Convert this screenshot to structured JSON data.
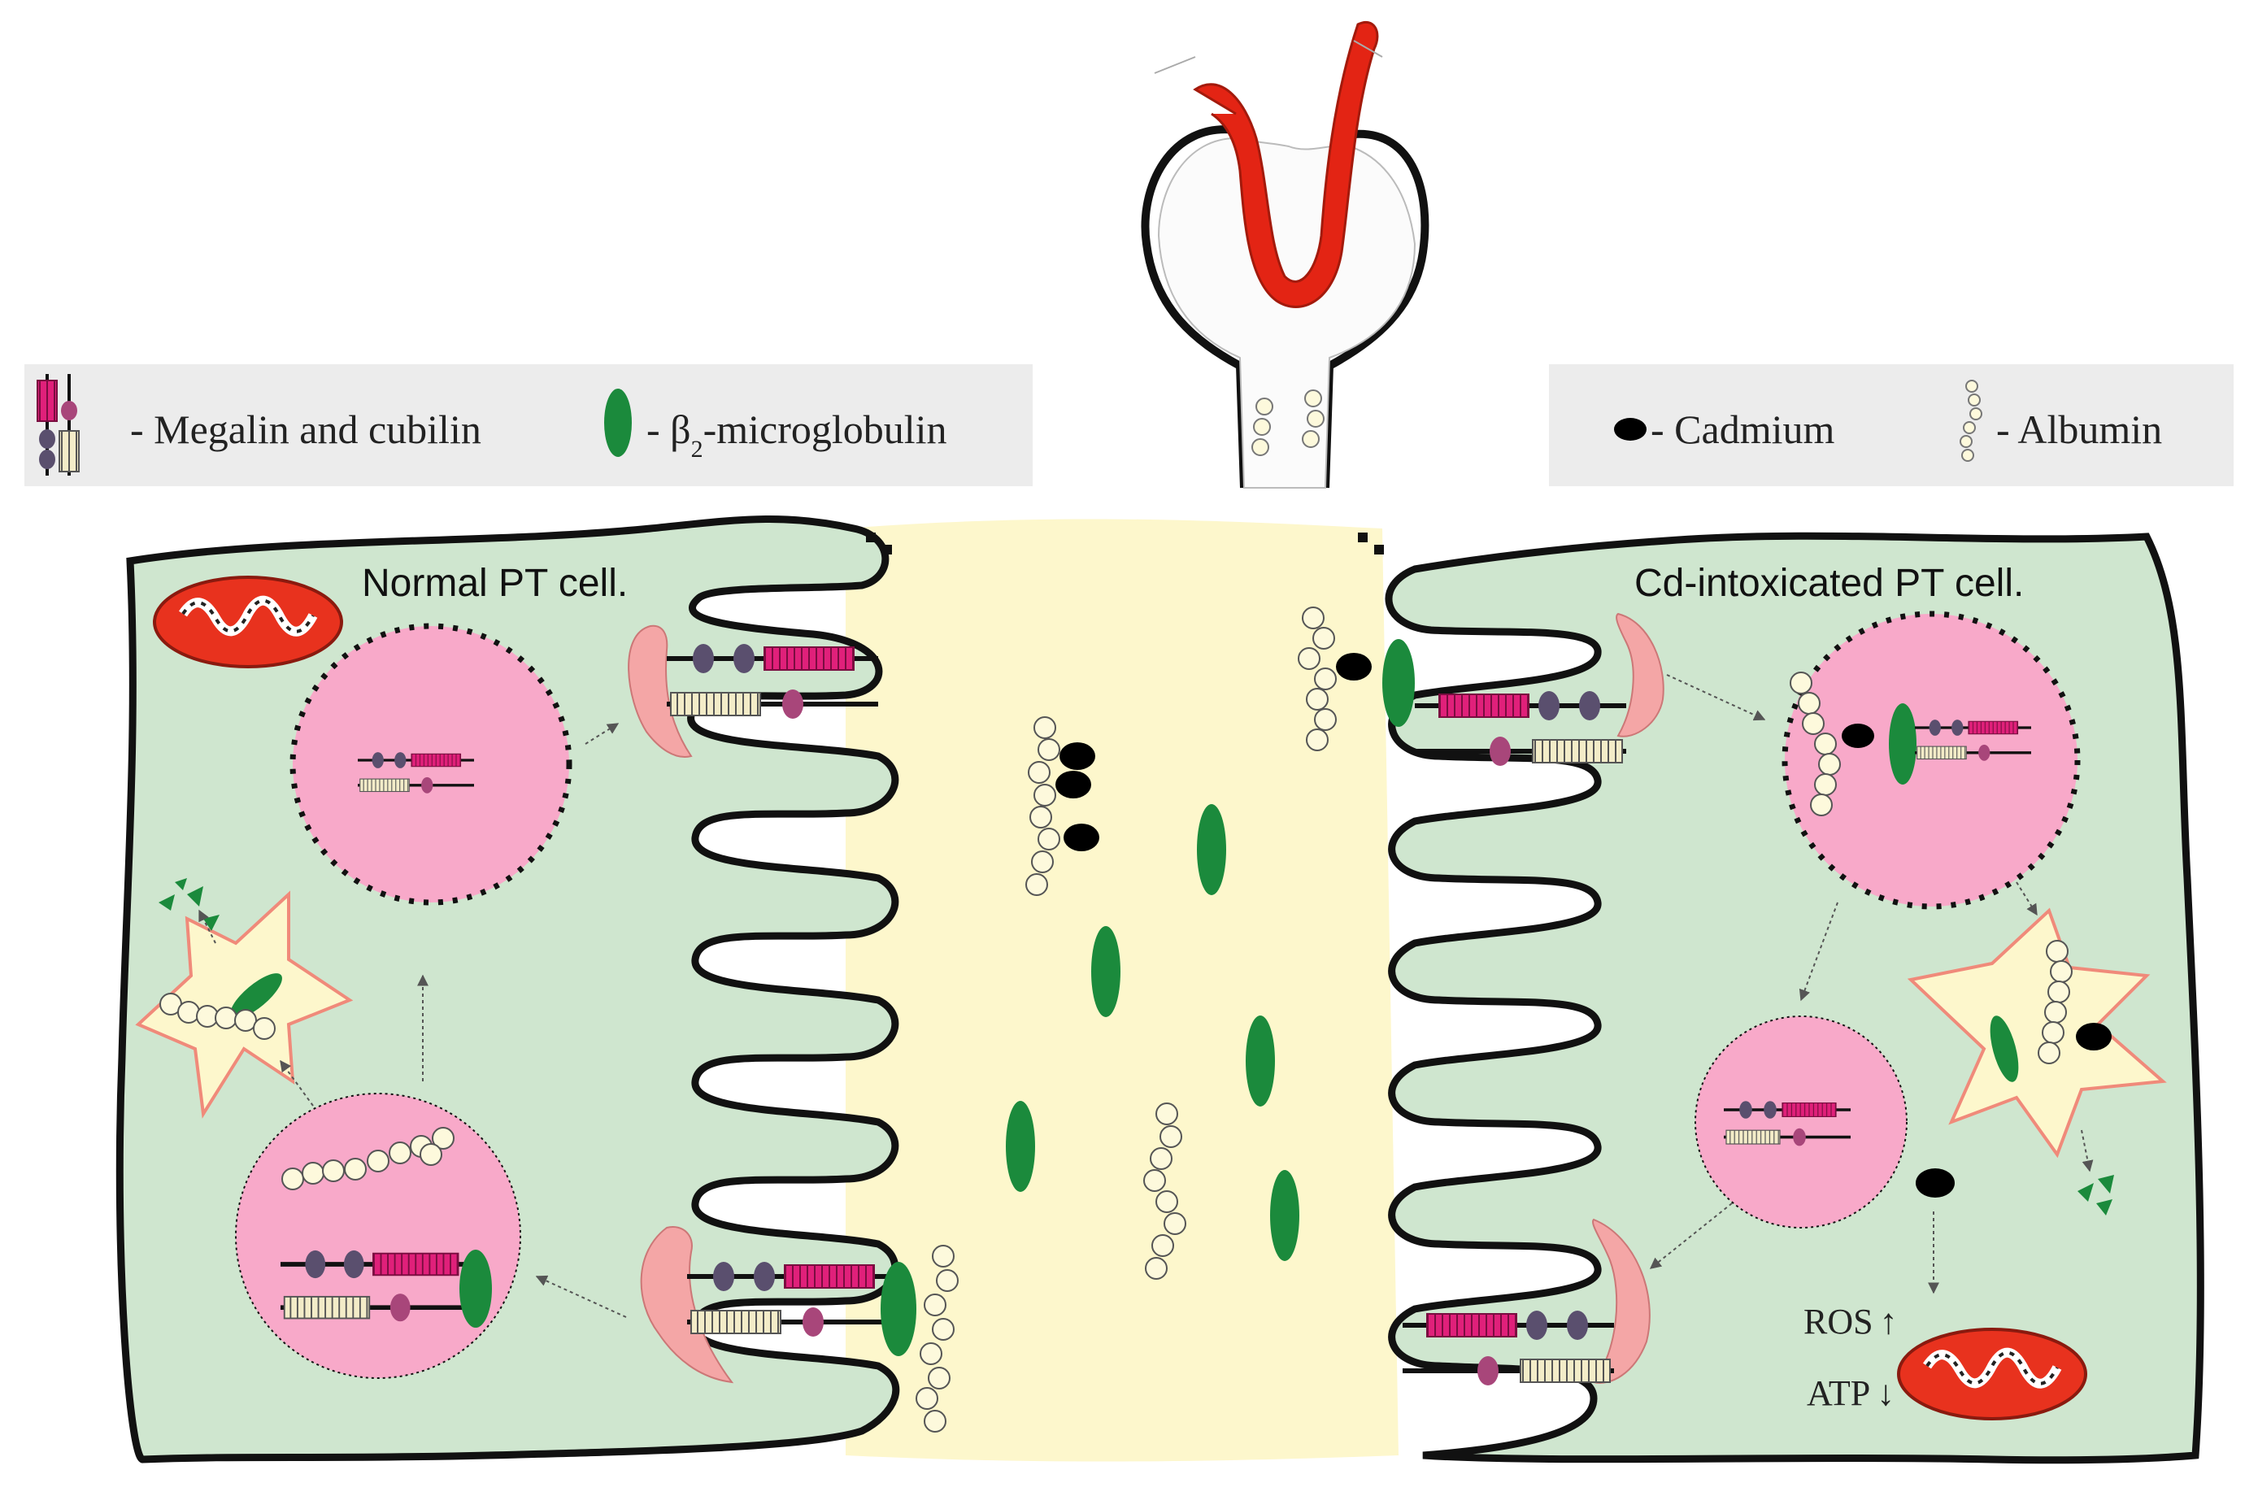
{
  "legend_left": {
    "receptor_label": "- Megalin and cubilin",
    "b2m_prefix": "- β",
    "b2m_sub": "2",
    "b2m_suffix": "-microglobulin"
  },
  "legend_right": {
    "cadmium_label": "- Cadmium",
    "albumin_label": "- Albumin"
  },
  "cells": {
    "normal_title": "Normal PT cell.",
    "cd_title": "Cd-intoxicated PT cell."
  },
  "effects": {
    "ros": "ROS",
    "ros_arrow": "↑",
    "atp": "ATP",
    "atp_arrow": "↓"
  },
  "colors": {
    "cell": "#cfe6cf",
    "lumen": "#fdf7cc",
    "vesicle": "#f8a9c9",
    "mitochondrion": "#e8321e",
    "b2m": "#1b8a3c",
    "cadmium": "#000000",
    "megalin": "#e0207a",
    "cubilin_stack": "#f3ecc8",
    "receptor_node": "#5a4f6e",
    "cubilin_node": "#a8467a",
    "lysosome": "#fdf7cc",
    "legend_bg": "#ececec"
  },
  "icons": [
    "megalin-cubilin-icon",
    "b2m-icon",
    "cadmium-icon",
    "albumin-icon",
    "mitochondrion-icon",
    "lysosome-icon",
    "nephron-icon"
  ]
}
